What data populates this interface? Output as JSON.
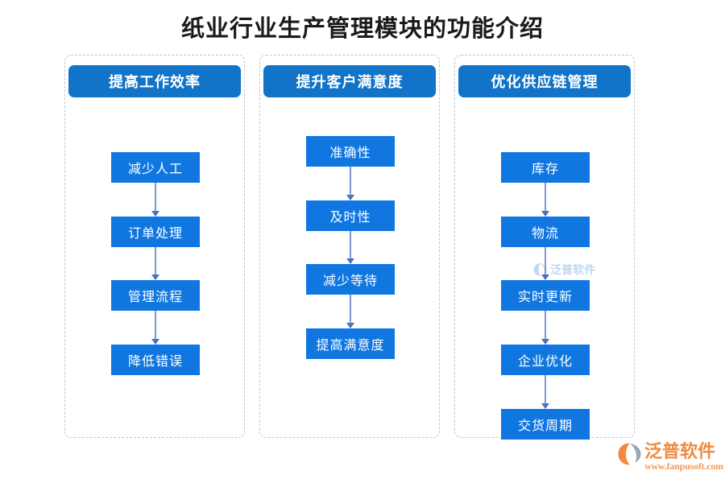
{
  "title": "纸业行业生产管理模块的功能介绍",
  "colors": {
    "header_blue": "#1174c8",
    "node_blue": "#1177e0",
    "arrow_blue": "#4a6fc4",
    "dashed_border": "#b9c6e0",
    "brand_orange": "#f08a3c",
    "background": "#ffffff"
  },
  "columns": [
    {
      "header": "提高工作效率",
      "nodes": [
        "减少人工",
        "订单处理",
        "管理流程",
        "降低错误"
      ]
    },
    {
      "header": "提升客户满意度",
      "nodes": [
        "准确性",
        "及时性",
        "减少等待",
        "提高满意度"
      ]
    },
    {
      "header": "优化供应链管理",
      "nodes": [
        "库存",
        "物流",
        "实时更新",
        "企业优化",
        "交货周期"
      ]
    }
  ],
  "watermark": {
    "text": "泛普软件"
  },
  "brand": {
    "name": "泛普软件",
    "url": "www.fanpusoft.com"
  }
}
